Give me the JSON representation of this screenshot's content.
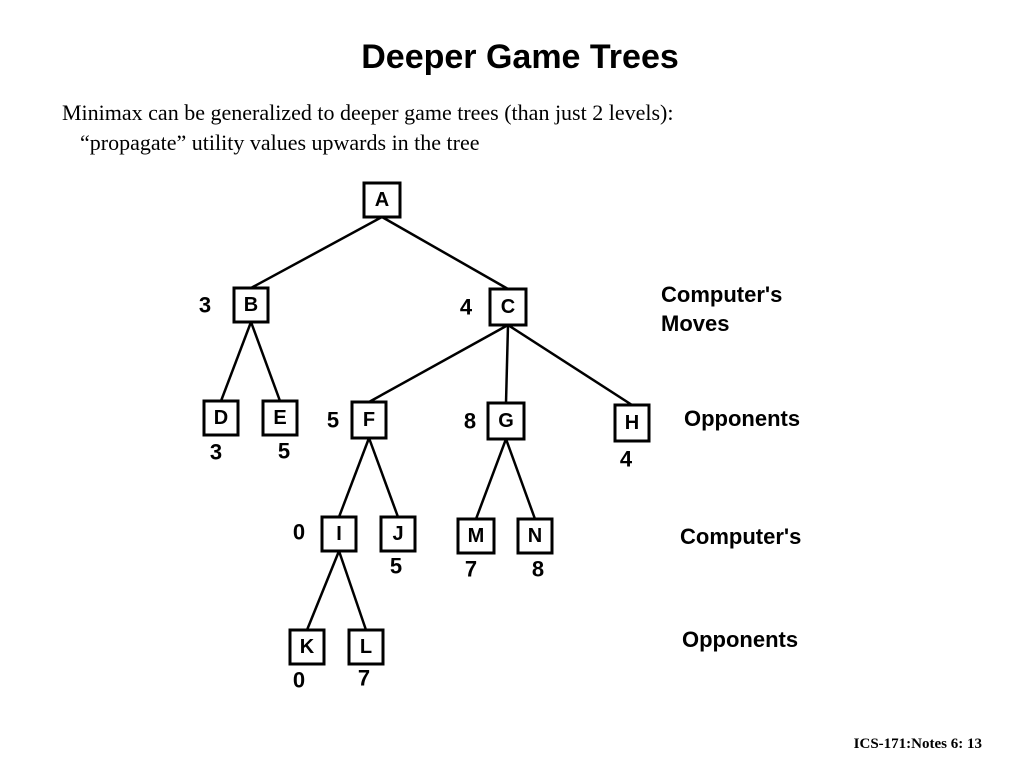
{
  "slide": {
    "title": "Deeper Game Trees",
    "intro_line1": "Minimax can be generalized to deeper game trees (than just 2 levels):",
    "intro_line2": "“propagate” utility values upwards in the tree",
    "footer": "ICS-171:Notes 6: 13"
  },
  "tree": {
    "nodes": [
      {
        "id": "A",
        "value": ""
      },
      {
        "id": "B",
        "value": "3"
      },
      {
        "id": "C",
        "value": "4"
      },
      {
        "id": "D",
        "value": "3"
      },
      {
        "id": "E",
        "value": "5"
      },
      {
        "id": "F",
        "value": "5"
      },
      {
        "id": "G",
        "value": "8"
      },
      {
        "id": "H",
        "value": "4"
      },
      {
        "id": "I",
        "value": "0"
      },
      {
        "id": "J",
        "value": "5"
      },
      {
        "id": "M",
        "value": "7"
      },
      {
        "id": "N",
        "value": "8"
      },
      {
        "id": "K",
        "value": "0"
      },
      {
        "id": "L",
        "value": "7"
      }
    ],
    "edges": [
      [
        "A",
        "B"
      ],
      [
        "A",
        "C"
      ],
      [
        "B",
        "D"
      ],
      [
        "B",
        "E"
      ],
      [
        "C",
        "F"
      ],
      [
        "C",
        "G"
      ],
      [
        "C",
        "H"
      ],
      [
        "F",
        "I"
      ],
      [
        "F",
        "J"
      ],
      [
        "G",
        "M"
      ],
      [
        "G",
        "N"
      ],
      [
        "I",
        "K"
      ],
      [
        "I",
        "L"
      ]
    ],
    "level_labels": {
      "computers_moves_1": "Computer's",
      "computers_moves_2": "Moves",
      "opponents_1": "Opponents",
      "computers_2": "Computer's",
      "opponents_2": "Opponents"
    }
  }
}
